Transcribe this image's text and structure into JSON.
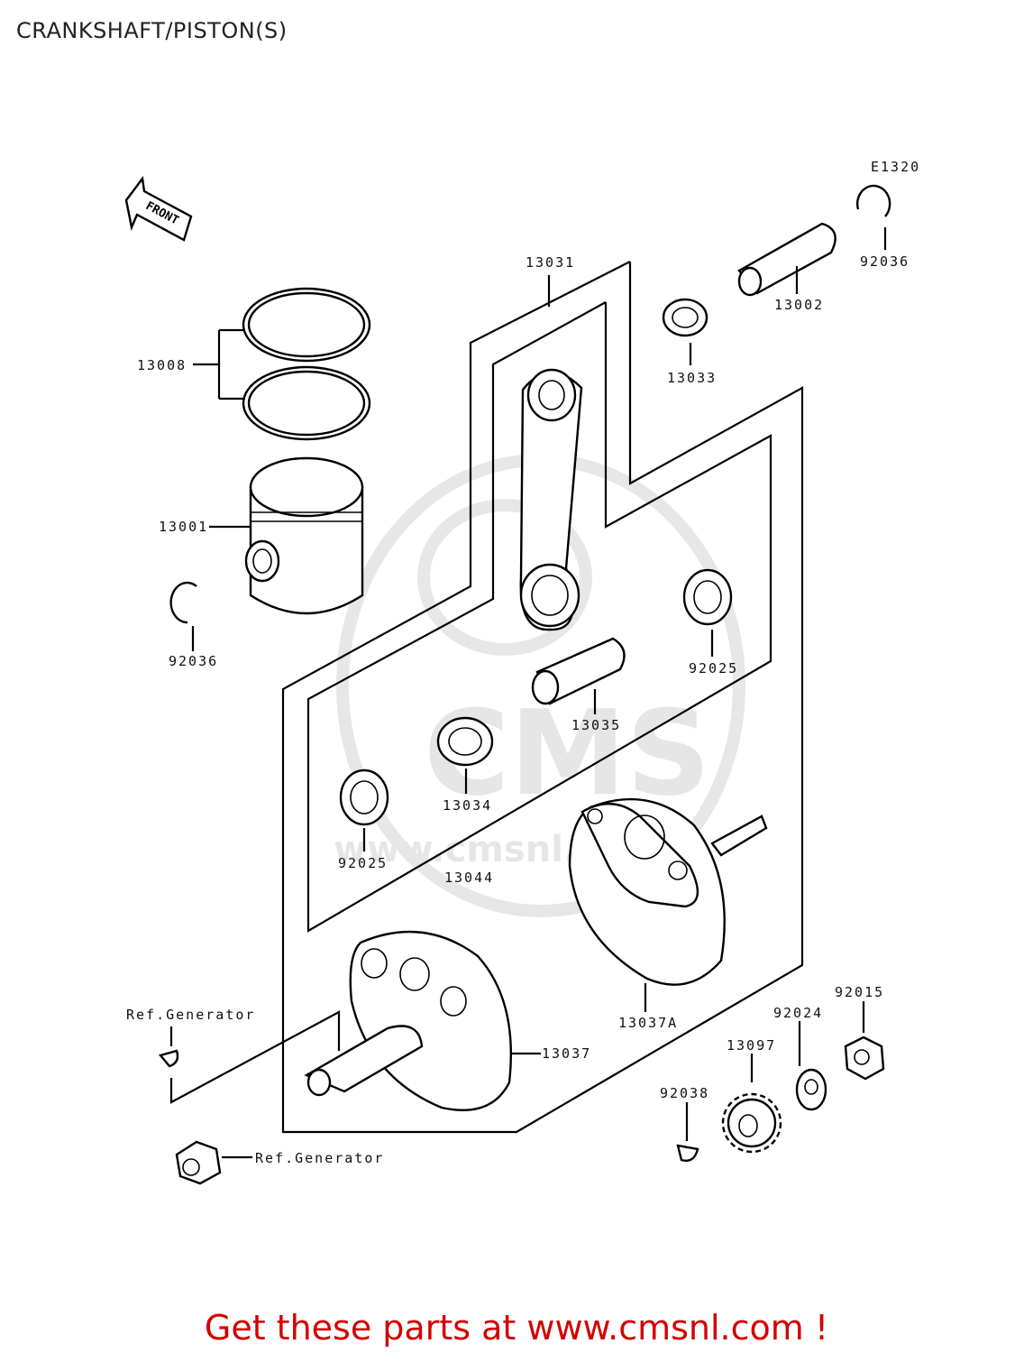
{
  "page_title": "CRANKSHAFT/PISTON(S)",
  "diagram_code": "E1320",
  "front_label": "FRONT",
  "watermark": {
    "logo_text": "CMS",
    "url_text": "www.cmsnl.com"
  },
  "parts": [
    {
      "id": "13008",
      "label": "13008"
    },
    {
      "id": "13001",
      "label": "13001"
    },
    {
      "id": "92036_left",
      "label": "92036"
    },
    {
      "id": "13031",
      "label": "13031"
    },
    {
      "id": "13033",
      "label": "13033"
    },
    {
      "id": "13002",
      "label": "13002"
    },
    {
      "id": "92036_right",
      "label": "92036"
    },
    {
      "id": "92025_right",
      "label": "92025"
    },
    {
      "id": "13035",
      "label": "13035"
    },
    {
      "id": "13034",
      "label": "13034"
    },
    {
      "id": "92025_left",
      "label": "92025"
    },
    {
      "id": "13044",
      "label": "13044"
    },
    {
      "id": "13037A",
      "label": "13037A"
    },
    {
      "id": "13037",
      "label": "13037"
    },
    {
      "id": "92015",
      "label": "92015"
    },
    {
      "id": "92024",
      "label": "92024"
    },
    {
      "id": "13097",
      "label": "13097"
    },
    {
      "id": "92038",
      "label": "92038"
    },
    {
      "id": "ref_gen_key",
      "label": "Ref.Generator"
    },
    {
      "id": "ref_gen_nut",
      "label": "Ref.Generator"
    }
  ],
  "footer": {
    "text": "Get these parts at www.cmsnl.com !",
    "color": "#d40000"
  }
}
